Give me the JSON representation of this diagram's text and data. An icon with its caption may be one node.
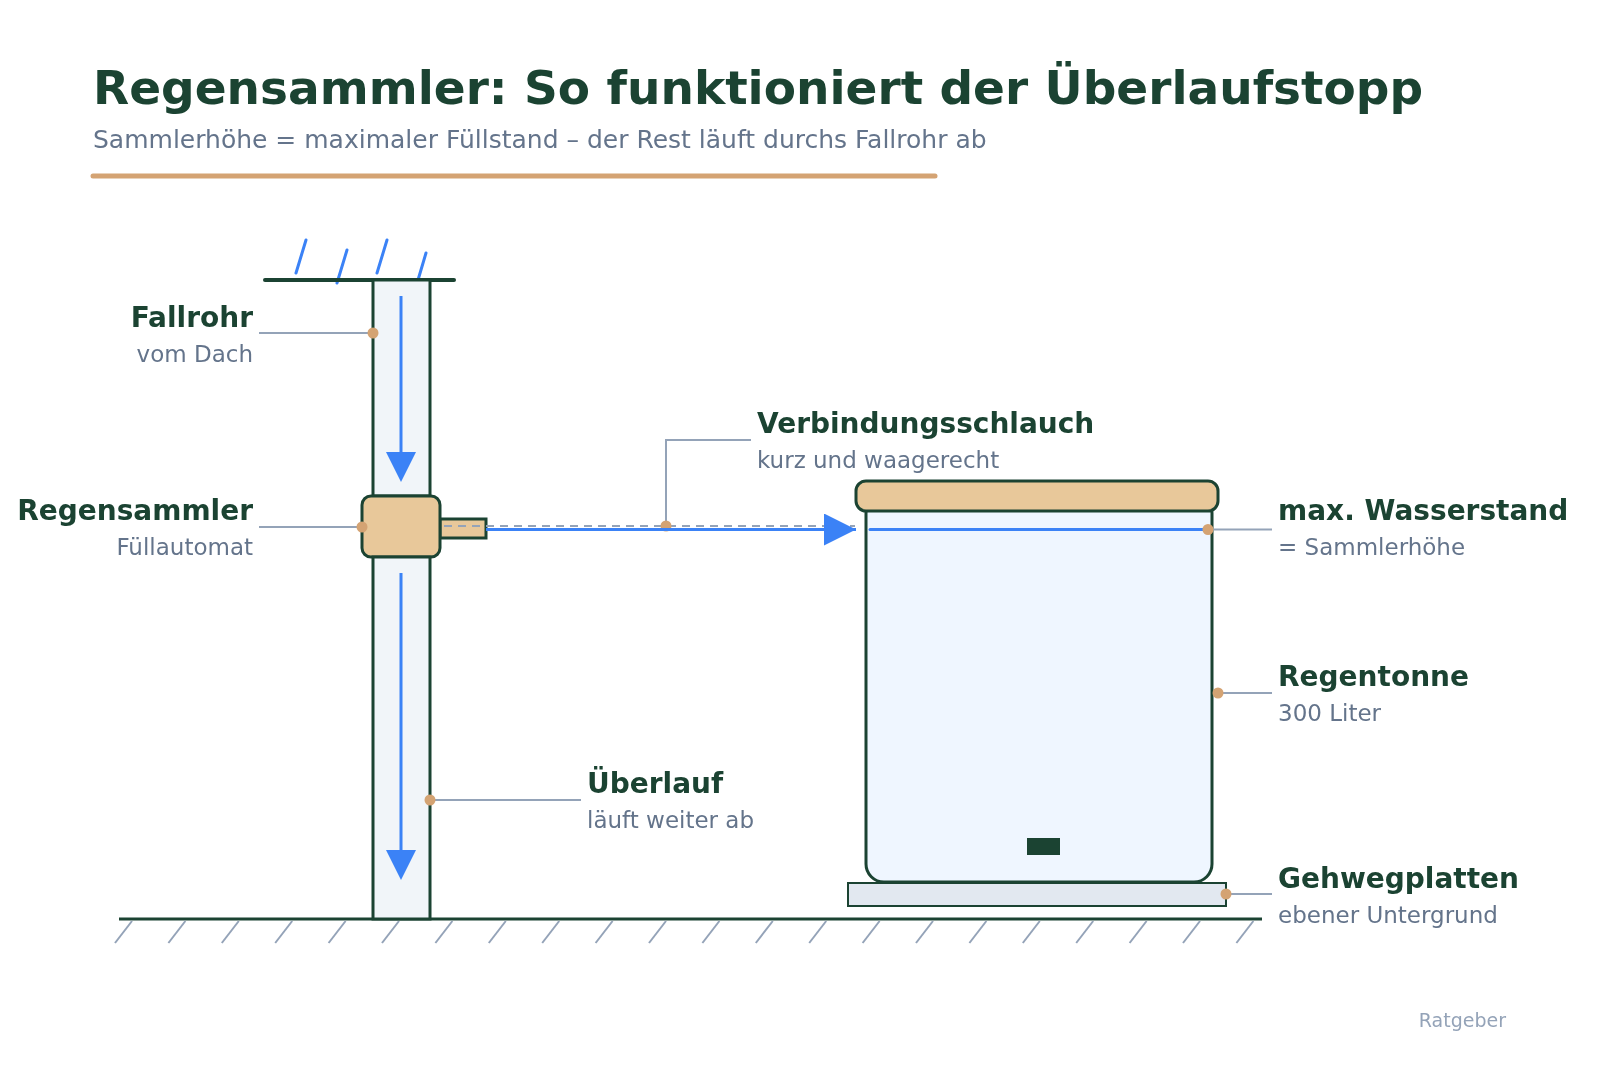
{
  "diagram": {
    "title": "Regensammler: So funktioniert der Überlaufstopp",
    "nodes": [
      {
        "text": [
          "Fallrohr",
          "vom Dach"
        ]
      },
      {
        "text": [],
        "shape": "box"
      },
      {
        "text": [
          "Verbindungsschlauch",
          "kurz und waagerecht"
        ]
      },
      {
        "text": [
          "Regensammler",
          "Füllautomat"
        ]
      },
      {
        "text": [],
        "shape": "box"
      },
      {
        "text": [],
        "shape": "line"
      },
      {
        "text": [],
        "shape": "box"
      },
      {
        "text": [],
        "shape": "line",
        "in": 6
      },
      {
        "text": [
          "max. Wasserstand",
          "= Sammlerhöhe"
        ]
      },
      {
        "text": [
          "Regentonne",
          "300 Liter"
        ]
      },
      {
        "text": [
          "Überlauf",
          "läuft weiter ab"
        ]
      },
      {
        "text": [],
        "shape": "box"
      },
      {
        "text": [],
        "shape": "box"
      },
      {
        "text": [
          "Gehwegplatten",
          "ebener Untergrund"
        ]
      }
    ],
    "edges": [
      {
        "from": 0,
        "to": 1,
        "arrow": "other"
      },
      {
        "from": 2,
        "to": 5,
        "arrow": "other"
      },
      {
        "from": 3,
        "to": 4,
        "arrow": "other"
      },
      {
        "from": 4,
        "to": 6,
        "arrow": "to",
        "color": "#3b82f6"
      },
      {
        "from": 8,
        "to": 7,
        "arrow": "other"
      },
      {
        "from": 9,
        "to": 6,
        "arrow": "other"
      },
      {
        "from": 10,
        "to": 11,
        "arrow": "other"
      },
      {
        "from": 13,
        "to": 12,
        "arrow": "other"
      }
    ],
    "labels": [
      "Sammlerhöhe = maximaler Füllstand – der Rest läuft durchs Fallrohr ab",
      "Ratgeber"
    ]
  }
}
